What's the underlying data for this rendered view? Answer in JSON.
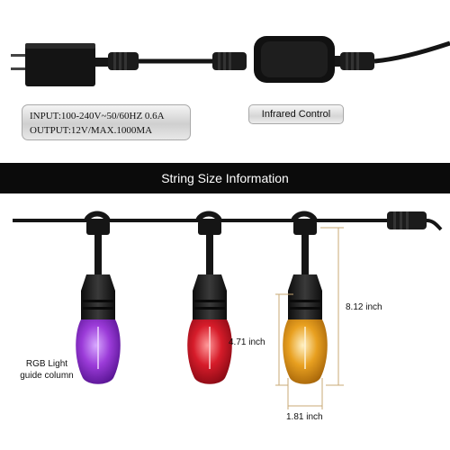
{
  "specs": {
    "input": "INPUT:100-240V~50/60HZ 0.6A",
    "output": "OUTPUT:12V/MAX.1000MA"
  },
  "controller": {
    "label": "Infrared Control"
  },
  "banner": {
    "title": "String Size Information"
  },
  "dimensions": {
    "total_height": "8.12 inch",
    "bulb_height": "4.71 inch",
    "bulb_width": "1.81 inch"
  },
  "annotation": {
    "line1": "RGB Light",
    "line2": "guide column"
  },
  "colors": {
    "bulb_purple": "#9b3bd8",
    "bulb_red": "#d61c2a",
    "bulb_yellow": "#e8a020",
    "cable": "#151515",
    "banner": "#0b0b0b"
  }
}
